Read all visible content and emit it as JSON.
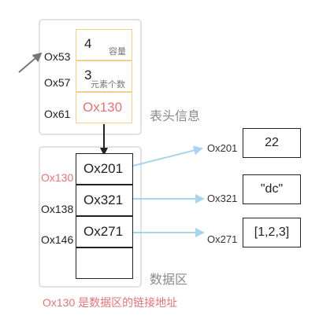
{
  "header": {
    "label": "表头信息",
    "addresses": [
      "Ox53",
      "Ox57",
      "Ox61"
    ],
    "cells": [
      {
        "value": "4",
        "caption": "容量"
      },
      {
        "value": "3",
        "caption": "元素个数"
      },
      {
        "value": "Ox130",
        "caption": ""
      }
    ]
  },
  "data_region": {
    "label": "数据区",
    "start_address": "Ox130",
    "addresses": [
      "Ox138",
      "Ox146"
    ],
    "cells": [
      "Ox201",
      "Ox321",
      "Ox271",
      ""
    ]
  },
  "elements": [
    {
      "address": "Ox201",
      "value": "22"
    },
    {
      "address": "Ox321",
      "value": "\"dc\""
    },
    {
      "address": "Ox271",
      "value": "[1,2,3]"
    }
  ],
  "note": "Ox130 是数据区的链接地址",
  "colors": {
    "header_border": "#f3cf8c",
    "pointer_red": "#e07474",
    "link_arrow": "#a9d3ef",
    "group_border": "#e2e2e2"
  }
}
